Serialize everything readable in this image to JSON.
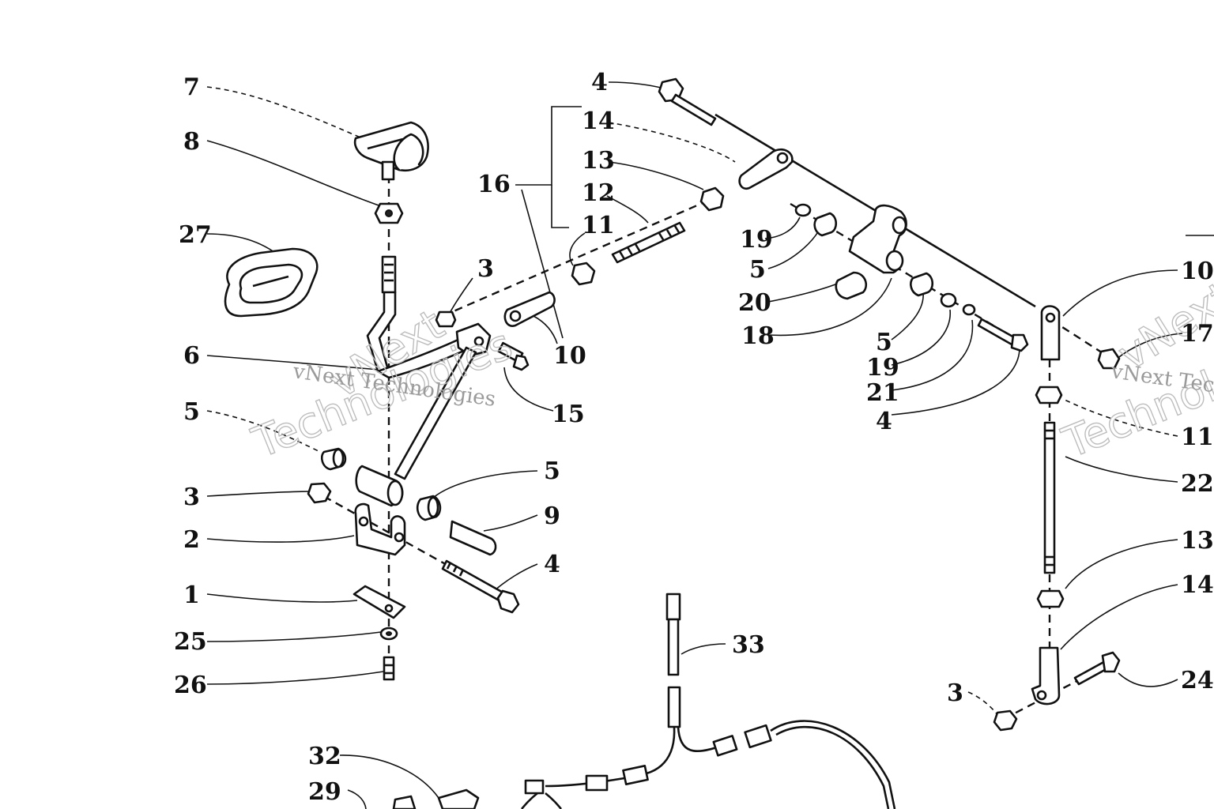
{
  "watermark": {
    "brand": "vNext",
    "company": "Technologies",
    "full": "vNext Technologies"
  },
  "callouts": [
    {
      "id": "c7",
      "text": "7"
    },
    {
      "id": "c8",
      "text": "8"
    },
    {
      "id": "c27",
      "text": "27"
    },
    {
      "id": "c6",
      "text": "6"
    },
    {
      "id": "c5a",
      "text": "5"
    },
    {
      "id": "c3a",
      "text": "3"
    },
    {
      "id": "c2",
      "text": "2"
    },
    {
      "id": "c1",
      "text": "1"
    },
    {
      "id": "c25",
      "text": "25"
    },
    {
      "id": "c26",
      "text": "26"
    },
    {
      "id": "c3b",
      "text": "3"
    },
    {
      "id": "c10a",
      "text": "10"
    },
    {
      "id": "c15",
      "text": "15"
    },
    {
      "id": "c5b",
      "text": "5"
    },
    {
      "id": "c9",
      "text": "9"
    },
    {
      "id": "c4a",
      "text": "4"
    },
    {
      "id": "c16",
      "text": "16"
    },
    {
      "id": "c11a",
      "text": "11"
    },
    {
      "id": "c12",
      "text": "12"
    },
    {
      "id": "c13a",
      "text": "13"
    },
    {
      "id": "c14a",
      "text": "14"
    },
    {
      "id": "c4b",
      "text": "4"
    },
    {
      "id": "c19a",
      "text": "19"
    },
    {
      "id": "c5c",
      "text": "5"
    },
    {
      "id": "c20",
      "text": "20"
    },
    {
      "id": "c18",
      "text": "18"
    },
    {
      "id": "c5d",
      "text": "5"
    },
    {
      "id": "c19b",
      "text": "19"
    },
    {
      "id": "c21",
      "text": "21"
    },
    {
      "id": "c4c",
      "text": "4"
    },
    {
      "id": "c10b",
      "text": "10"
    },
    {
      "id": "c17",
      "text": "17"
    },
    {
      "id": "c11b",
      "text": "11"
    },
    {
      "id": "c22",
      "text": "22"
    },
    {
      "id": "c13b",
      "text": "13"
    },
    {
      "id": "c14b",
      "text": "14"
    },
    {
      "id": "c24",
      "text": "24"
    },
    {
      "id": "c3c",
      "text": "3"
    },
    {
      "id": "c33",
      "text": "33"
    },
    {
      "id": "c32",
      "text": "32"
    },
    {
      "id": "c29",
      "text": "29"
    }
  ]
}
